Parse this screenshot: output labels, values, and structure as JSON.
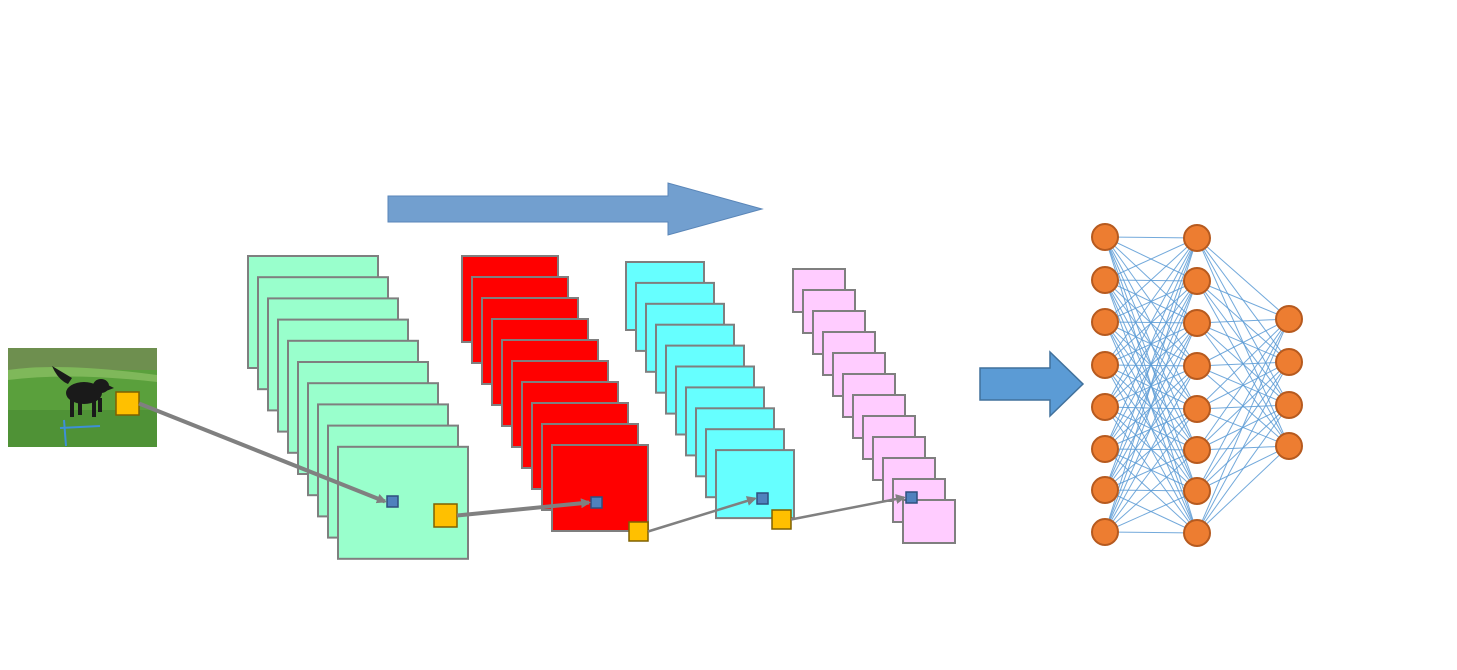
{
  "diagram": {
    "description_visible_text": [],
    "colors": {
      "background": "#ffffff",
      "flow_arrow": "#729fcf",
      "flow_arrow_stroke": "#5a86b8",
      "fc_arrow": "#5b9bd5",
      "fc_arrow_stroke": "#41719c",
      "map_stroke": "#7f7f7f",
      "kernel_fill": "#ffc000",
      "kernel_stroke": "#7f6000",
      "pixel_fill": "#4f81bd",
      "pixel_stroke": "#2f4f7f",
      "pointer_arrow": "#808080",
      "neuron_fill": "#ed7d31",
      "neuron_stroke": "#b65a1f",
      "connection": "#5b9bd5"
    },
    "conv_stacks": [
      {
        "name": "stack-1",
        "fill": "#99ffcc",
        "count": 10
      },
      {
        "name": "stack-2",
        "fill": "#ff0000",
        "count": 10
      },
      {
        "name": "stack-3",
        "fill": "#66ffff",
        "count": 10
      },
      {
        "name": "stack-4",
        "fill": "#ffccff",
        "count": 12
      }
    ],
    "input_image": {
      "name": "input-photo-dog",
      "sky": "#6e8f4f",
      "grass": "#5aa03c",
      "dog": "#1a1a1a"
    },
    "fc_network": {
      "layers": [
        8,
        8,
        4
      ]
    }
  }
}
